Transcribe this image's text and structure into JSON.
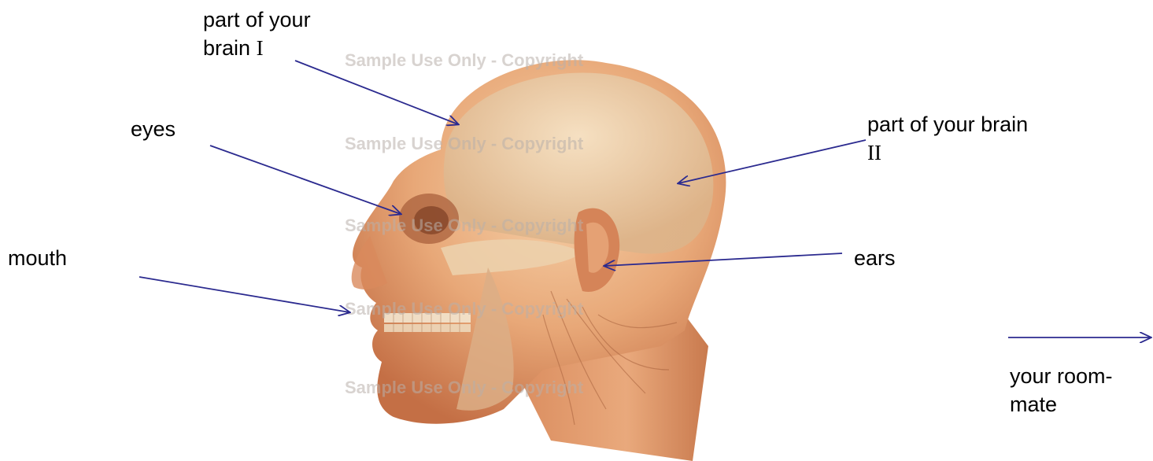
{
  "labels": {
    "brain1_line1": "part of your",
    "brain1_line2": "brain",
    "brain1_roman": "I",
    "brain2_line1": "part of your brain",
    "brain2_roman": "II",
    "eyes": "eyes",
    "mouth": "mouth",
    "ears": "ears",
    "roommate_line1": "your room-",
    "roommate_line2": "mate"
  },
  "watermark": "Sample Use Only - Copyright",
  "colors": {
    "arrow": "#2b2a8f",
    "skin": "#e8a878",
    "skin_dark": "#c46f45",
    "bone": "#efd7b6",
    "text": "#000000"
  }
}
